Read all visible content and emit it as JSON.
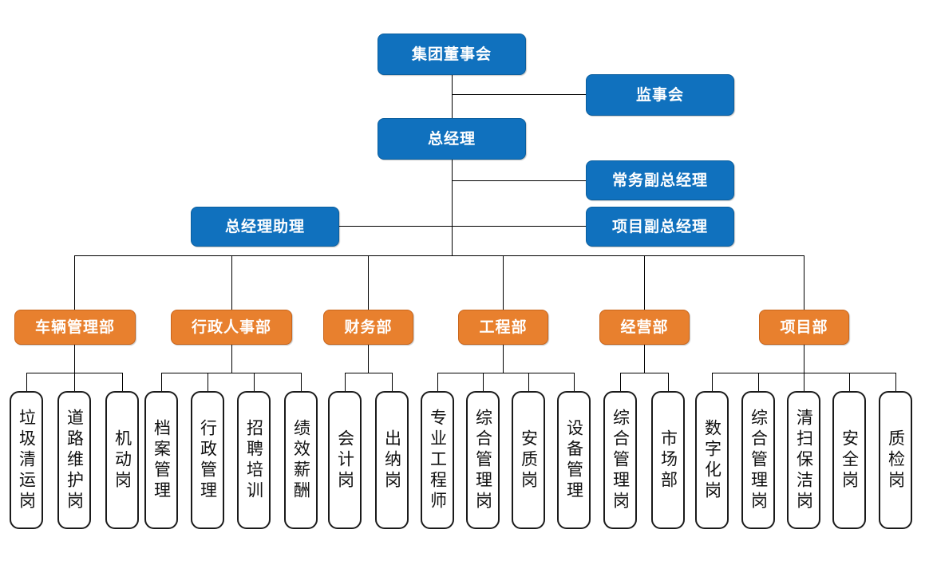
{
  "colors": {
    "blue": "#1071BE",
    "blue_border": "#0A5E9E",
    "orange": "#E8802E",
    "orange_border": "#C9651B",
    "line": "#000000",
    "leaf_border": "#1a1a1a",
    "leaf_fill": "#ffffff",
    "text_light": "#ffffff",
    "text_dark": "#111111"
  },
  "nodes": {
    "board": "集团董事会",
    "supervisory": "监事会",
    "general_manager": "总经理",
    "exec_deputy_gm": "常务副总经理",
    "project_deputy_gm": "项目副总经理",
    "gm_assistant": "总经理助理"
  },
  "departments": [
    {
      "label": "车辆管理部"
    },
    {
      "label": "行政人事部"
    },
    {
      "label": "财务部"
    },
    {
      "label": "工程部"
    },
    {
      "label": "经营部"
    },
    {
      "label": "项目部"
    }
  ],
  "positions": {
    "vehicle": [
      "垃圾清运岗",
      "道路维护岗",
      "机动岗"
    ],
    "admin_hr": [
      "档案管理",
      "行政管理",
      "招聘培训",
      "绩效薪酬"
    ],
    "finance": [
      "会计岗",
      "出纳岗"
    ],
    "engineering": [
      "专业工程师",
      "综合管理岗",
      "安质岗",
      "设备管理"
    ],
    "operations": [
      "综合管理岗",
      "市场部"
    ],
    "project": [
      "数字化岗",
      "综合管理岗",
      "清扫保洁岗",
      "安全岗",
      "质检岗"
    ]
  }
}
